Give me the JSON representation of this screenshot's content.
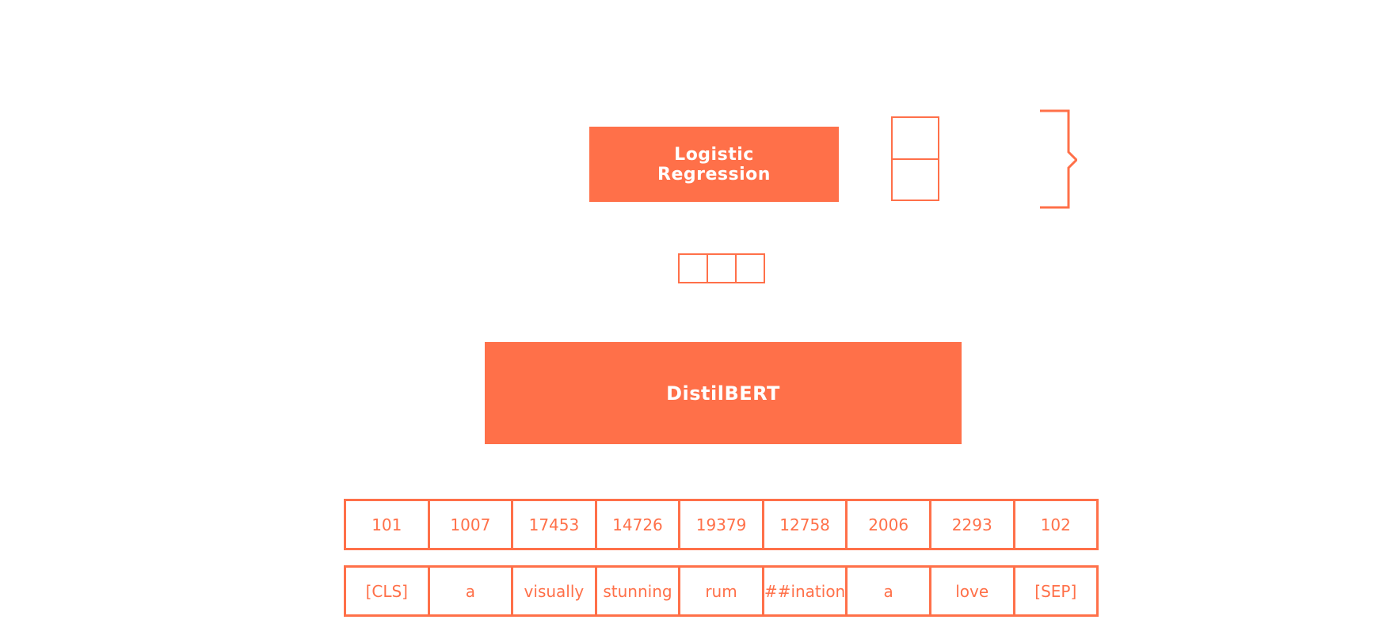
{
  "model_blocks": {
    "logistic_regression_line1": "Logistic",
    "logistic_regression_line2": "Regression",
    "distilbert": "DistilBERT"
  },
  "token_ids": [
    "101",
    "1007",
    "17453",
    "14726",
    "19379",
    "12758",
    "2006",
    "2293",
    "102"
  ],
  "tokens": [
    "[CLS]",
    "a",
    "visually",
    "stunning",
    "rum",
    "##ination",
    "a",
    "love",
    "[SEP]"
  ],
  "colors": {
    "accent": "#ff7049",
    "background": "#ffffff",
    "block_text": "#ffffff"
  }
}
